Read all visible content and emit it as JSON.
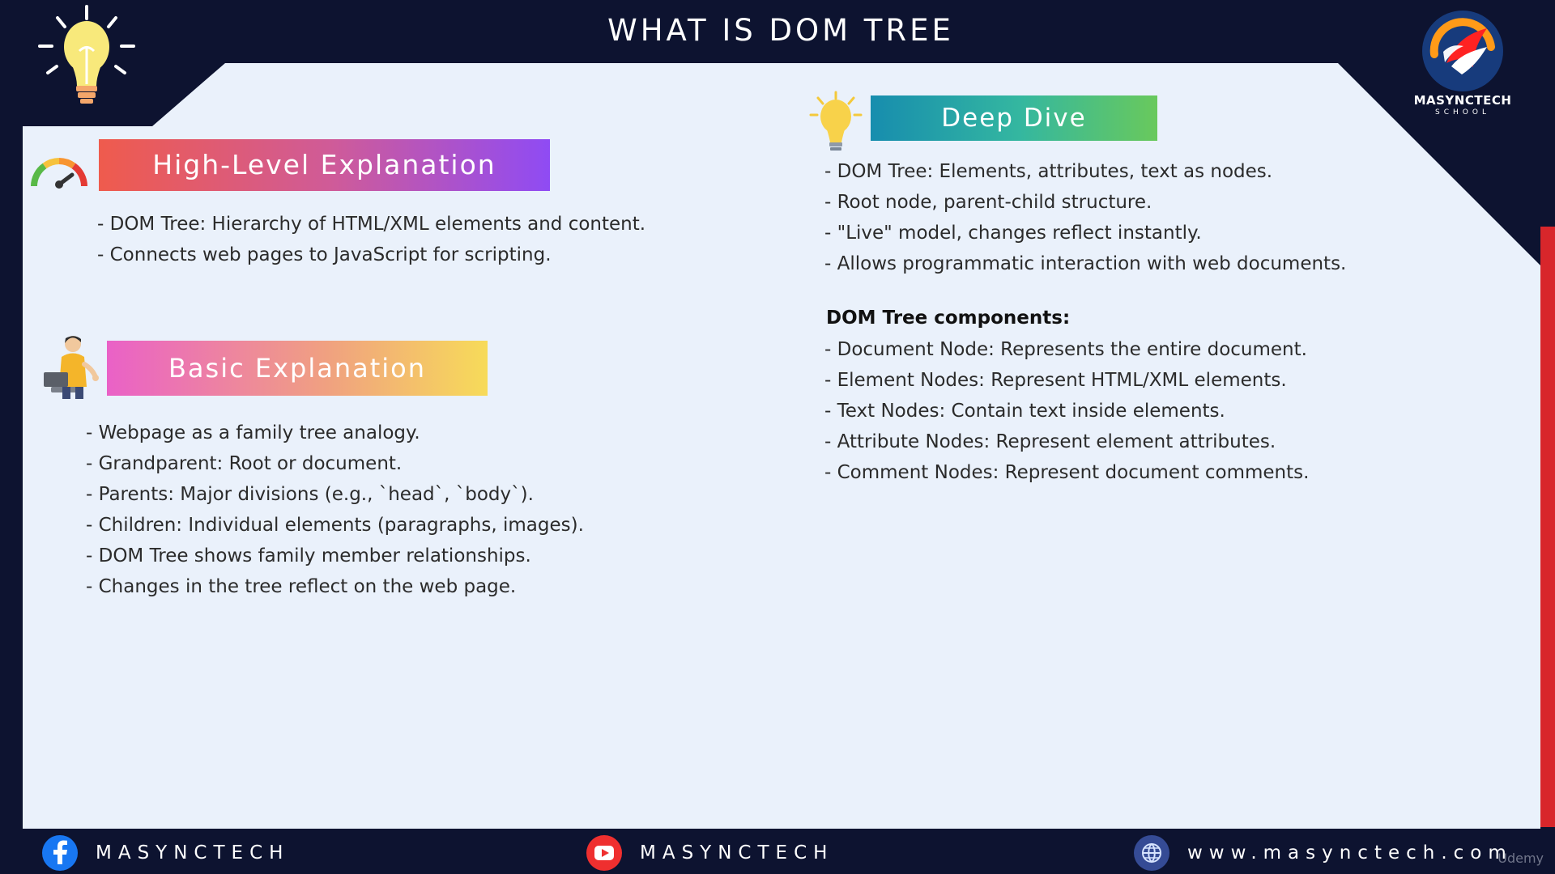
{
  "top_title": "WHAT IS DOM TREE",
  "logo": {
    "title": "MASYNCTECH",
    "subtitle": "SCHOOL"
  },
  "sections": {
    "high_level": {
      "title": "High-Level Explanation",
      "items": [
        "- DOM Tree: Hierarchy of HTML/XML elements and content.",
        "- Connects web pages to JavaScript for scripting."
      ]
    },
    "basic": {
      "title": "Basic Explanation",
      "items": [
        "- Webpage as a family tree analogy.",
        "- Grandparent: Root or document.",
        "- Parents: Major divisions (e.g., `head`, `body`).",
        "- Children: Individual elements (paragraphs, images).",
        "- DOM Tree shows family member relationships.",
        "- Changes in the tree reflect on the web page."
      ]
    },
    "deep_dive": {
      "title": "Deep Dive",
      "items": [
        "- DOM Tree: Elements, attributes, text as nodes.",
        "- Root node, parent-child structure.",
        "- \"Live\" model, changes reflect instantly.",
        "- Allows programmatic interaction with web documents."
      ],
      "components_title": "DOM Tree components:",
      "components": [
        "- Document Node: Represents the entire document.",
        "- Element Nodes: Represent HTML/XML elements.",
        "- Text Nodes: Contain text inside elements.",
        "- Attribute Nodes: Represent element attributes.",
        "- Comment Nodes: Represent document comments."
      ]
    }
  },
  "footer": {
    "facebook_label": "MASYNCTECH",
    "youtube_label": "MASYNCTECH",
    "website_label": "www.masynctech.com"
  },
  "watermark": "Udemy",
  "icons": {
    "top": "lightbulb-icon",
    "high_level": "gauge-icon",
    "basic": "person-laptop-icon",
    "deep_dive": "lightbulb-icon",
    "logo": "masynctech-logo-icon",
    "facebook": "facebook-icon",
    "youtube": "youtube-icon",
    "website": "globe-icon"
  },
  "colors": {
    "background": "#0d1330",
    "slide": "#eaf1fb",
    "text": "#2b2b2b",
    "high_level_start": "#ef5b4d",
    "high_level_end": "#8f4bf4",
    "basic_start": "#ea61c7",
    "basic_end": "#f7db59",
    "deep_start": "#178dae",
    "deep_end": "#69c95c",
    "accent_red": "#d8262b"
  }
}
